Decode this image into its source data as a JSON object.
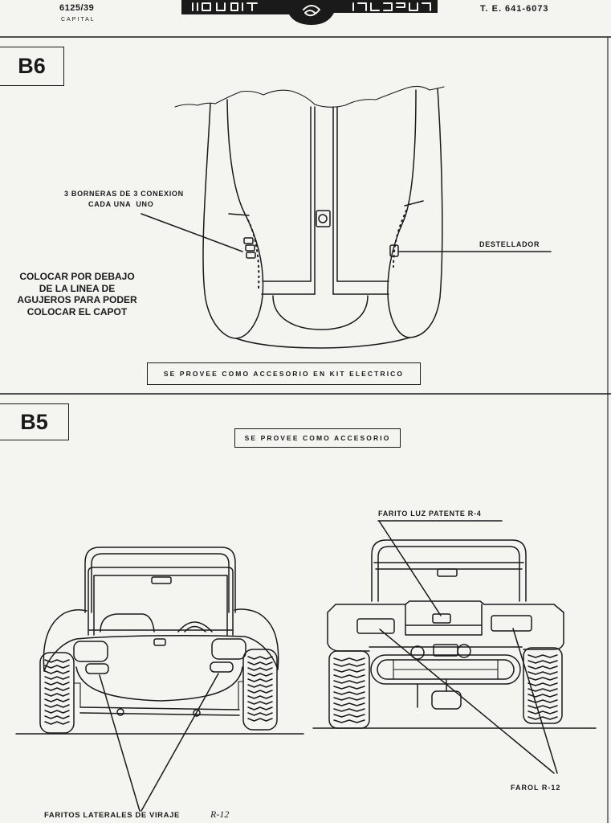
{
  "header": {
    "code": "6125/39",
    "city": "CAPITAL",
    "phone": "T. E. 641-6073"
  },
  "b6": {
    "label": "B6",
    "bornera_line1": "3 BORNERAS DE 3 CONEXION",
    "bornera_line2": "CADA UNA  UNO",
    "destellador": "DESTELLADOR",
    "note": [
      "COLOCAR POR DEBAJO",
      "DE LA LINEA DE",
      "AGUJEROS PARA PODER",
      "COLOCAR EL CAPOT"
    ],
    "kit_box": "SE PROVEE COMO ACCESORIO EN KIT ELECTRICO"
  },
  "b5": {
    "label": "B5",
    "accesorio_box": "SE PROVEE COMO ACCESORIO",
    "patente": "FARITO LUZ PATENTE R-4",
    "farol": "FAROL R-12",
    "laterales": "FARITOS LATERALES DE VIRAJE",
    "laterales_ref": "R-12"
  },
  "colors": {
    "ink": "#1a1a1a",
    "paper": "#f4f4f1"
  }
}
